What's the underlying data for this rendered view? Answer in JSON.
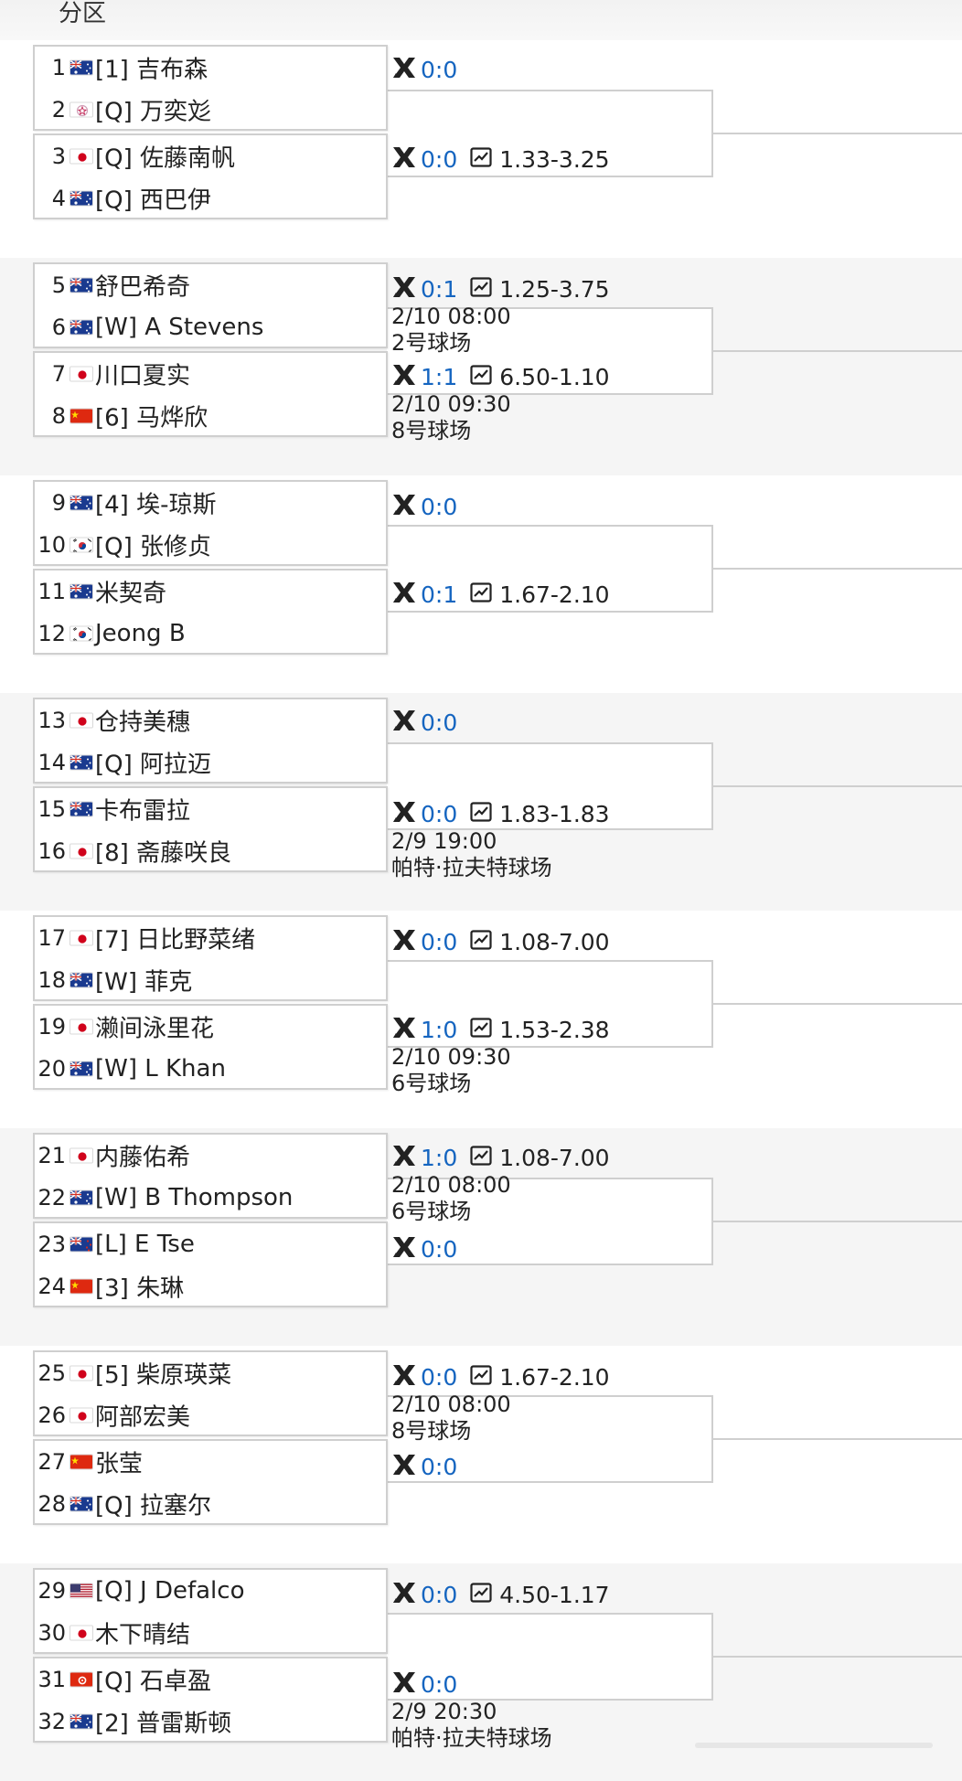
{
  "section_title": "分区",
  "colors": {
    "score_link": "#1565c0",
    "border": "#cfcfcf",
    "band_alt": "#f5f5f5"
  },
  "icons": {
    "head_to_head": "h2h-icon",
    "odds_trend": "odds-chart-icon"
  },
  "players": [
    {
      "num": "1",
      "flag": "AU",
      "name": "[1] 吉布森"
    },
    {
      "num": "2",
      "flag": "TW",
      "name": "[Q] 万奕彣"
    },
    {
      "num": "3",
      "flag": "JP",
      "name": "[Q] 佐藤南帆"
    },
    {
      "num": "4",
      "flag": "AU",
      "name": "[Q] 西巴伊"
    },
    {
      "num": "5",
      "flag": "AU",
      "name": "舒巴希奇"
    },
    {
      "num": "6",
      "flag": "AU",
      "name": "[W] A Stevens"
    },
    {
      "num": "7",
      "flag": "JP",
      "name": "川口夏实"
    },
    {
      "num": "8",
      "flag": "CN",
      "name": "[6] 马烨欣"
    },
    {
      "num": "9",
      "flag": "AU",
      "name": "[4] 埃-琼斯"
    },
    {
      "num": "10",
      "flag": "KR",
      "name": "[Q] 张修贞"
    },
    {
      "num": "11",
      "flag": "AU",
      "name": "米契奇"
    },
    {
      "num": "12",
      "flag": "KR",
      "name": "Jeong B"
    },
    {
      "num": "13",
      "flag": "JP",
      "name": "仓持美穗"
    },
    {
      "num": "14",
      "flag": "AU",
      "name": "[Q] 阿拉迈"
    },
    {
      "num": "15",
      "flag": "AU",
      "name": "卡布雷拉"
    },
    {
      "num": "16",
      "flag": "JP",
      "name": "[8] 斋藤咲良"
    },
    {
      "num": "17",
      "flag": "JP",
      "name": "[7] 日比野菜绪"
    },
    {
      "num": "18",
      "flag": "AU",
      "name": "[W] 菲克"
    },
    {
      "num": "19",
      "flag": "JP",
      "name": "濑间泳里花"
    },
    {
      "num": "20",
      "flag": "AU",
      "name": "[W] L Khan"
    },
    {
      "num": "21",
      "flag": "JP",
      "name": "内藤佑希"
    },
    {
      "num": "22",
      "flag": "AU",
      "name": "[W] B Thompson"
    },
    {
      "num": "23",
      "flag": "NZ",
      "name": "[L] E Tse"
    },
    {
      "num": "24",
      "flag": "CN",
      "name": "[3] 朱琳"
    },
    {
      "num": "25",
      "flag": "JP",
      "name": "[5] 柴原瑛菜"
    },
    {
      "num": "26",
      "flag": "JP",
      "name": "阿部宏美"
    },
    {
      "num": "27",
      "flag": "CN",
      "name": "张莹"
    },
    {
      "num": "28",
      "flag": "AU",
      "name": "[Q] 拉塞尔"
    },
    {
      "num": "29",
      "flag": "US",
      "name": "[Q] J Defalco"
    },
    {
      "num": "30",
      "flag": "JP",
      "name": "木下晴结"
    },
    {
      "num": "31",
      "flag": "HK",
      "name": "[Q] 石卓盈"
    },
    {
      "num": "32",
      "flag": "AU",
      "name": "[2] 普雷斯顿"
    }
  ],
  "matches": [
    {
      "score": "0:0",
      "odds": "",
      "date": "",
      "court": ""
    },
    {
      "score": "0:0",
      "odds": "1.33-3.25",
      "date": "",
      "court": ""
    },
    {
      "score": "0:1",
      "odds": "1.25-3.75",
      "date": "2/10 08:00",
      "court": "2号球场"
    },
    {
      "score": "1:1",
      "odds": "6.50-1.10",
      "date": "2/10 09:30",
      "court": "8号球场"
    },
    {
      "score": "0:0",
      "odds": "",
      "date": "",
      "court": ""
    },
    {
      "score": "0:1",
      "odds": "1.67-2.10",
      "date": "",
      "court": ""
    },
    {
      "score": "0:0",
      "odds": "",
      "date": "",
      "court": ""
    },
    {
      "score": "0:0",
      "odds": "1.83-1.83",
      "date": "2/9 19:00",
      "court": "帕特·拉夫特球场"
    },
    {
      "score": "0:0",
      "odds": "1.08-7.00",
      "date": "",
      "court": ""
    },
    {
      "score": "1:0",
      "odds": "1.53-2.38",
      "date": "2/10 09:30",
      "court": "6号球场"
    },
    {
      "score": "1:0",
      "odds": "1.08-7.00",
      "date": "2/10 08:00",
      "court": "6号球场"
    },
    {
      "score": "0:0",
      "odds": "",
      "date": "",
      "court": ""
    },
    {
      "score": "0:0",
      "odds": "1.67-2.10",
      "date": "2/10 08:00",
      "court": "8号球场"
    },
    {
      "score": "0:0",
      "odds": "",
      "date": "",
      "court": ""
    },
    {
      "score": "0:0",
      "odds": "4.50-1.17",
      "date": "",
      "court": ""
    },
    {
      "score": "0:0",
      "odds": "",
      "date": "2/9 20:30",
      "court": "帕特·拉夫特球场"
    }
  ]
}
